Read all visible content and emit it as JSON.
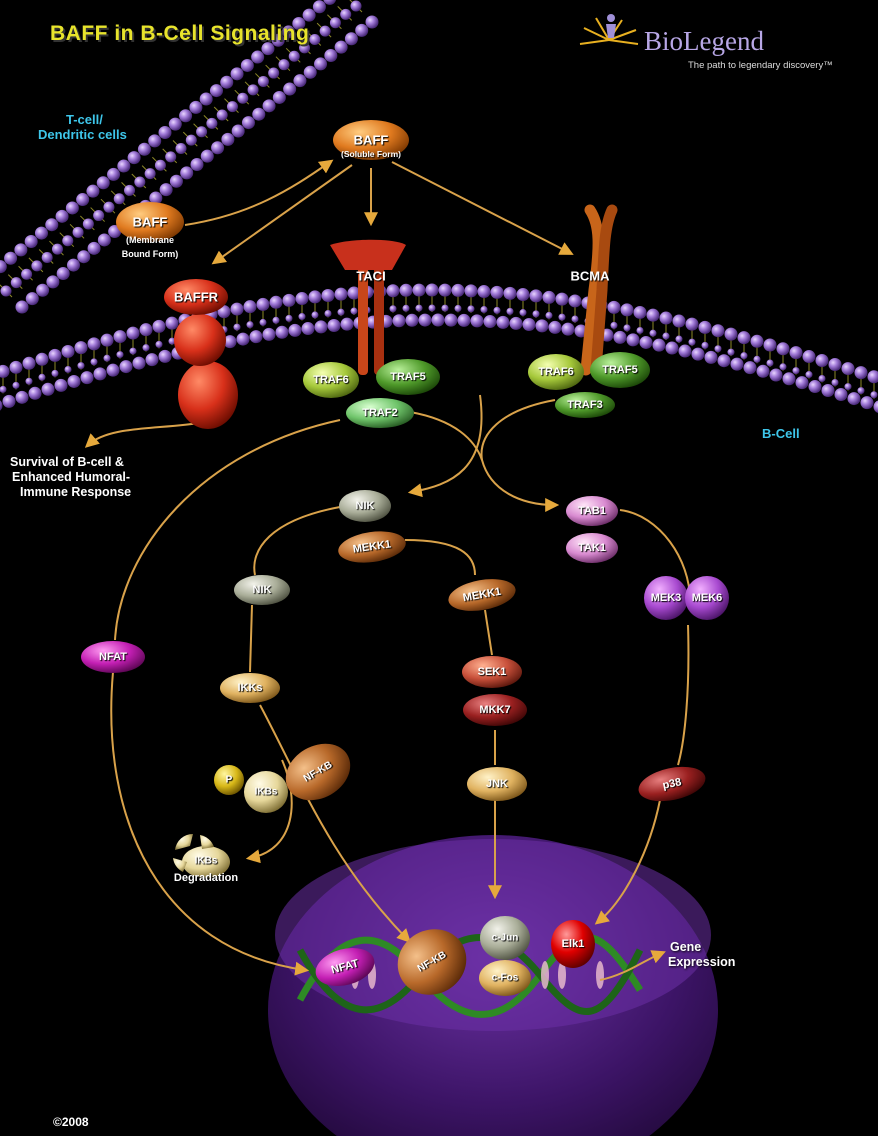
{
  "header": {
    "title": "BAFF in B-Cell  Signaling",
    "brand": "BioLegend",
    "tagline": "The path to legendary discovery™",
    "logo_icon": "biolegend-logo-icon"
  },
  "regions": {
    "tcell_line1": "T-cell/",
    "tcell_line2": "Dendritic cells",
    "bcell": "B-Cell"
  },
  "nodes": {
    "baff_soluble": "BAFF",
    "baff_soluble_sub": "(Soluble Form)",
    "baff_membrane": "BAFF",
    "baff_membrane_sub1": "(Membrane",
    "baff_membrane_sub2": "Bound Form)",
    "baffr": "BAFFR",
    "taci": "TACI",
    "bcma": "BCMA",
    "traf6_taci": "TRAF6",
    "traf5_taci": "TRAF5",
    "traf2": "TRAF2",
    "traf6_bcma": "TRAF6",
    "traf5_bcma": "TRAF5",
    "traf3": "TRAF3",
    "nik_top": "NIK",
    "mekk1_top": "MEKK1",
    "tab1": "TAB1",
    "tak1": "TAK1",
    "nik_left": "NIK",
    "mekk1_mid": "MEKK1",
    "mek3": "MEK3",
    "mek6": "MEK6",
    "nfat_cyto": "NFAT",
    "ikks": "IKKs",
    "sek1": "SEK1",
    "mkk7": "MKK7",
    "p": "P",
    "ikbs": "IKBs",
    "nfkb_cyto": "NF-KB",
    "jnk": "JNK",
    "p38": "p38",
    "ikbs_deg": "IKBs",
    "nfat_nuc": "NFAT",
    "nfkb_nuc": "NF-KB",
    "cjun": "c-Jun",
    "cfos": "c-Fos",
    "elk1": "Elk1"
  },
  "annotations": {
    "survival_1": "Survival of B-cell &",
    "survival_2": "Enhanced Humoral-",
    "survival_3": "Immune Response",
    "degradation": "Degradation",
    "gene_1": "Gene",
    "gene_2": "Expression"
  },
  "footer": {
    "copyright": "©2008"
  },
  "colors": {
    "title": "#e8e42c",
    "membrane": "#9b6bd6",
    "arrow": "#d9a24a",
    "cyan_label": "#3ec6ea",
    "nucleus": "#5a1e8c"
  }
}
